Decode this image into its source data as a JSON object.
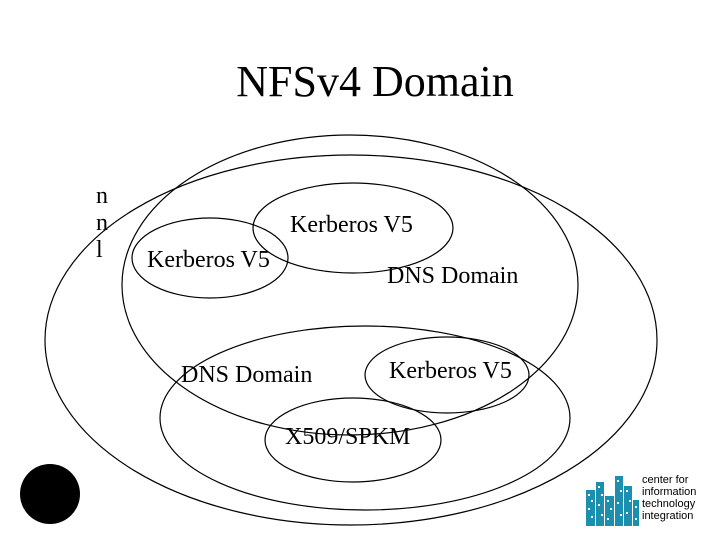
{
  "title": "NFSv4 Domain",
  "side_letters": [
    "n",
    "n",
    "l"
  ],
  "labels": {
    "kerberos_upper": "Kerberos V5",
    "kerberos_left": "Kerberos V5",
    "dns_right": "DNS Domain",
    "dns_left": "DNS Domain",
    "kerberos_lower": "Kerberos V5",
    "x509": "X509/SPKM"
  },
  "logo": {
    "lines": [
      "center for",
      "information",
      "technology",
      "integration"
    ],
    "color": "#1a8fb0"
  }
}
